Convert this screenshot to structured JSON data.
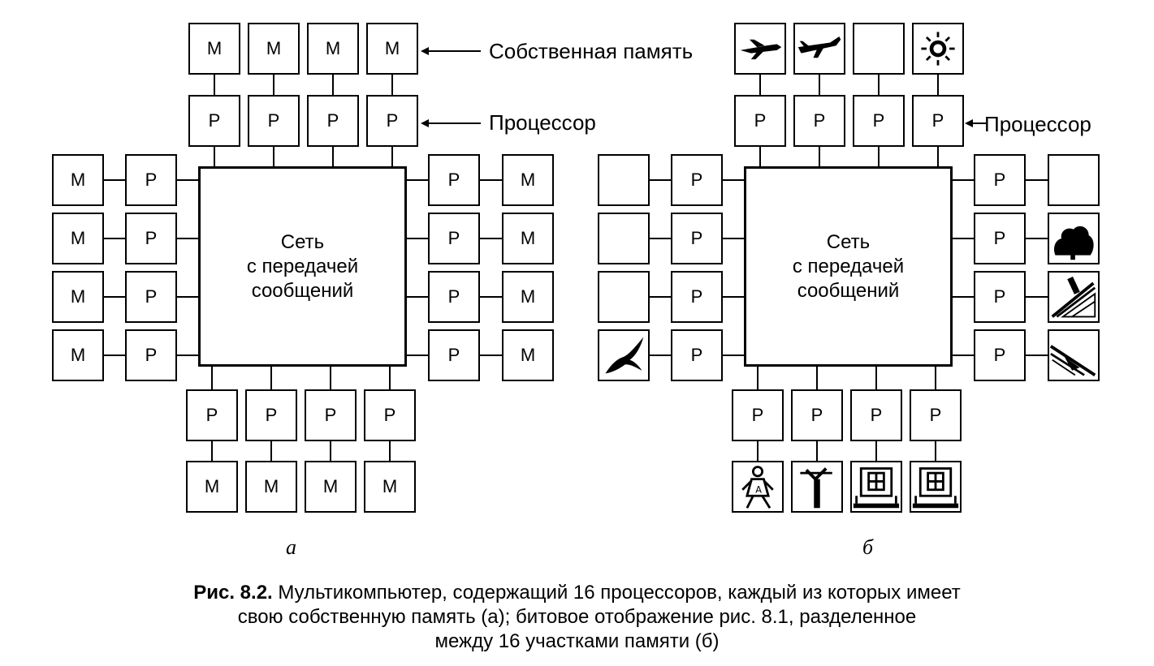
{
  "diagram_a": {
    "network_lines": [
      "Сеть",
      "с передачей",
      "сообщений"
    ],
    "memory_label": "M",
    "processor_label": "P",
    "memory_annotation": "Собственная память",
    "processor_annotation": "Процессор",
    "sublabel": "а"
  },
  "diagram_b": {
    "network_lines": [
      "Сеть",
      "с передачей",
      "сообщений"
    ],
    "processor_label": "P",
    "processor_annotation": "Процессор",
    "sublabel": "б",
    "memory_icons": {
      "top": [
        "airplane-front-icon",
        "airplane-tail-icon",
        "blank",
        "sun-icon"
      ],
      "right": [
        "blank",
        "tree-crown-icon",
        "roof-chimney-icon",
        "roof-edge-icon"
      ],
      "bottom": [
        "girl-figure-icon",
        "tree-trunk-icon",
        "house-window-icon",
        "house-window-icon"
      ],
      "left": [
        "blank",
        "blank",
        "blank",
        "bird-icon"
      ]
    }
  },
  "caption": {
    "prefix": "Рис. 8.2.",
    "line1": "Мультикомпьютер, содержащий 16 процессоров, каждый из которых имеет",
    "line2": "свою собственную память (а); битовое отображение рис. 8.1, разделенное",
    "line3": "между 16 участками памяти (б)"
  }
}
